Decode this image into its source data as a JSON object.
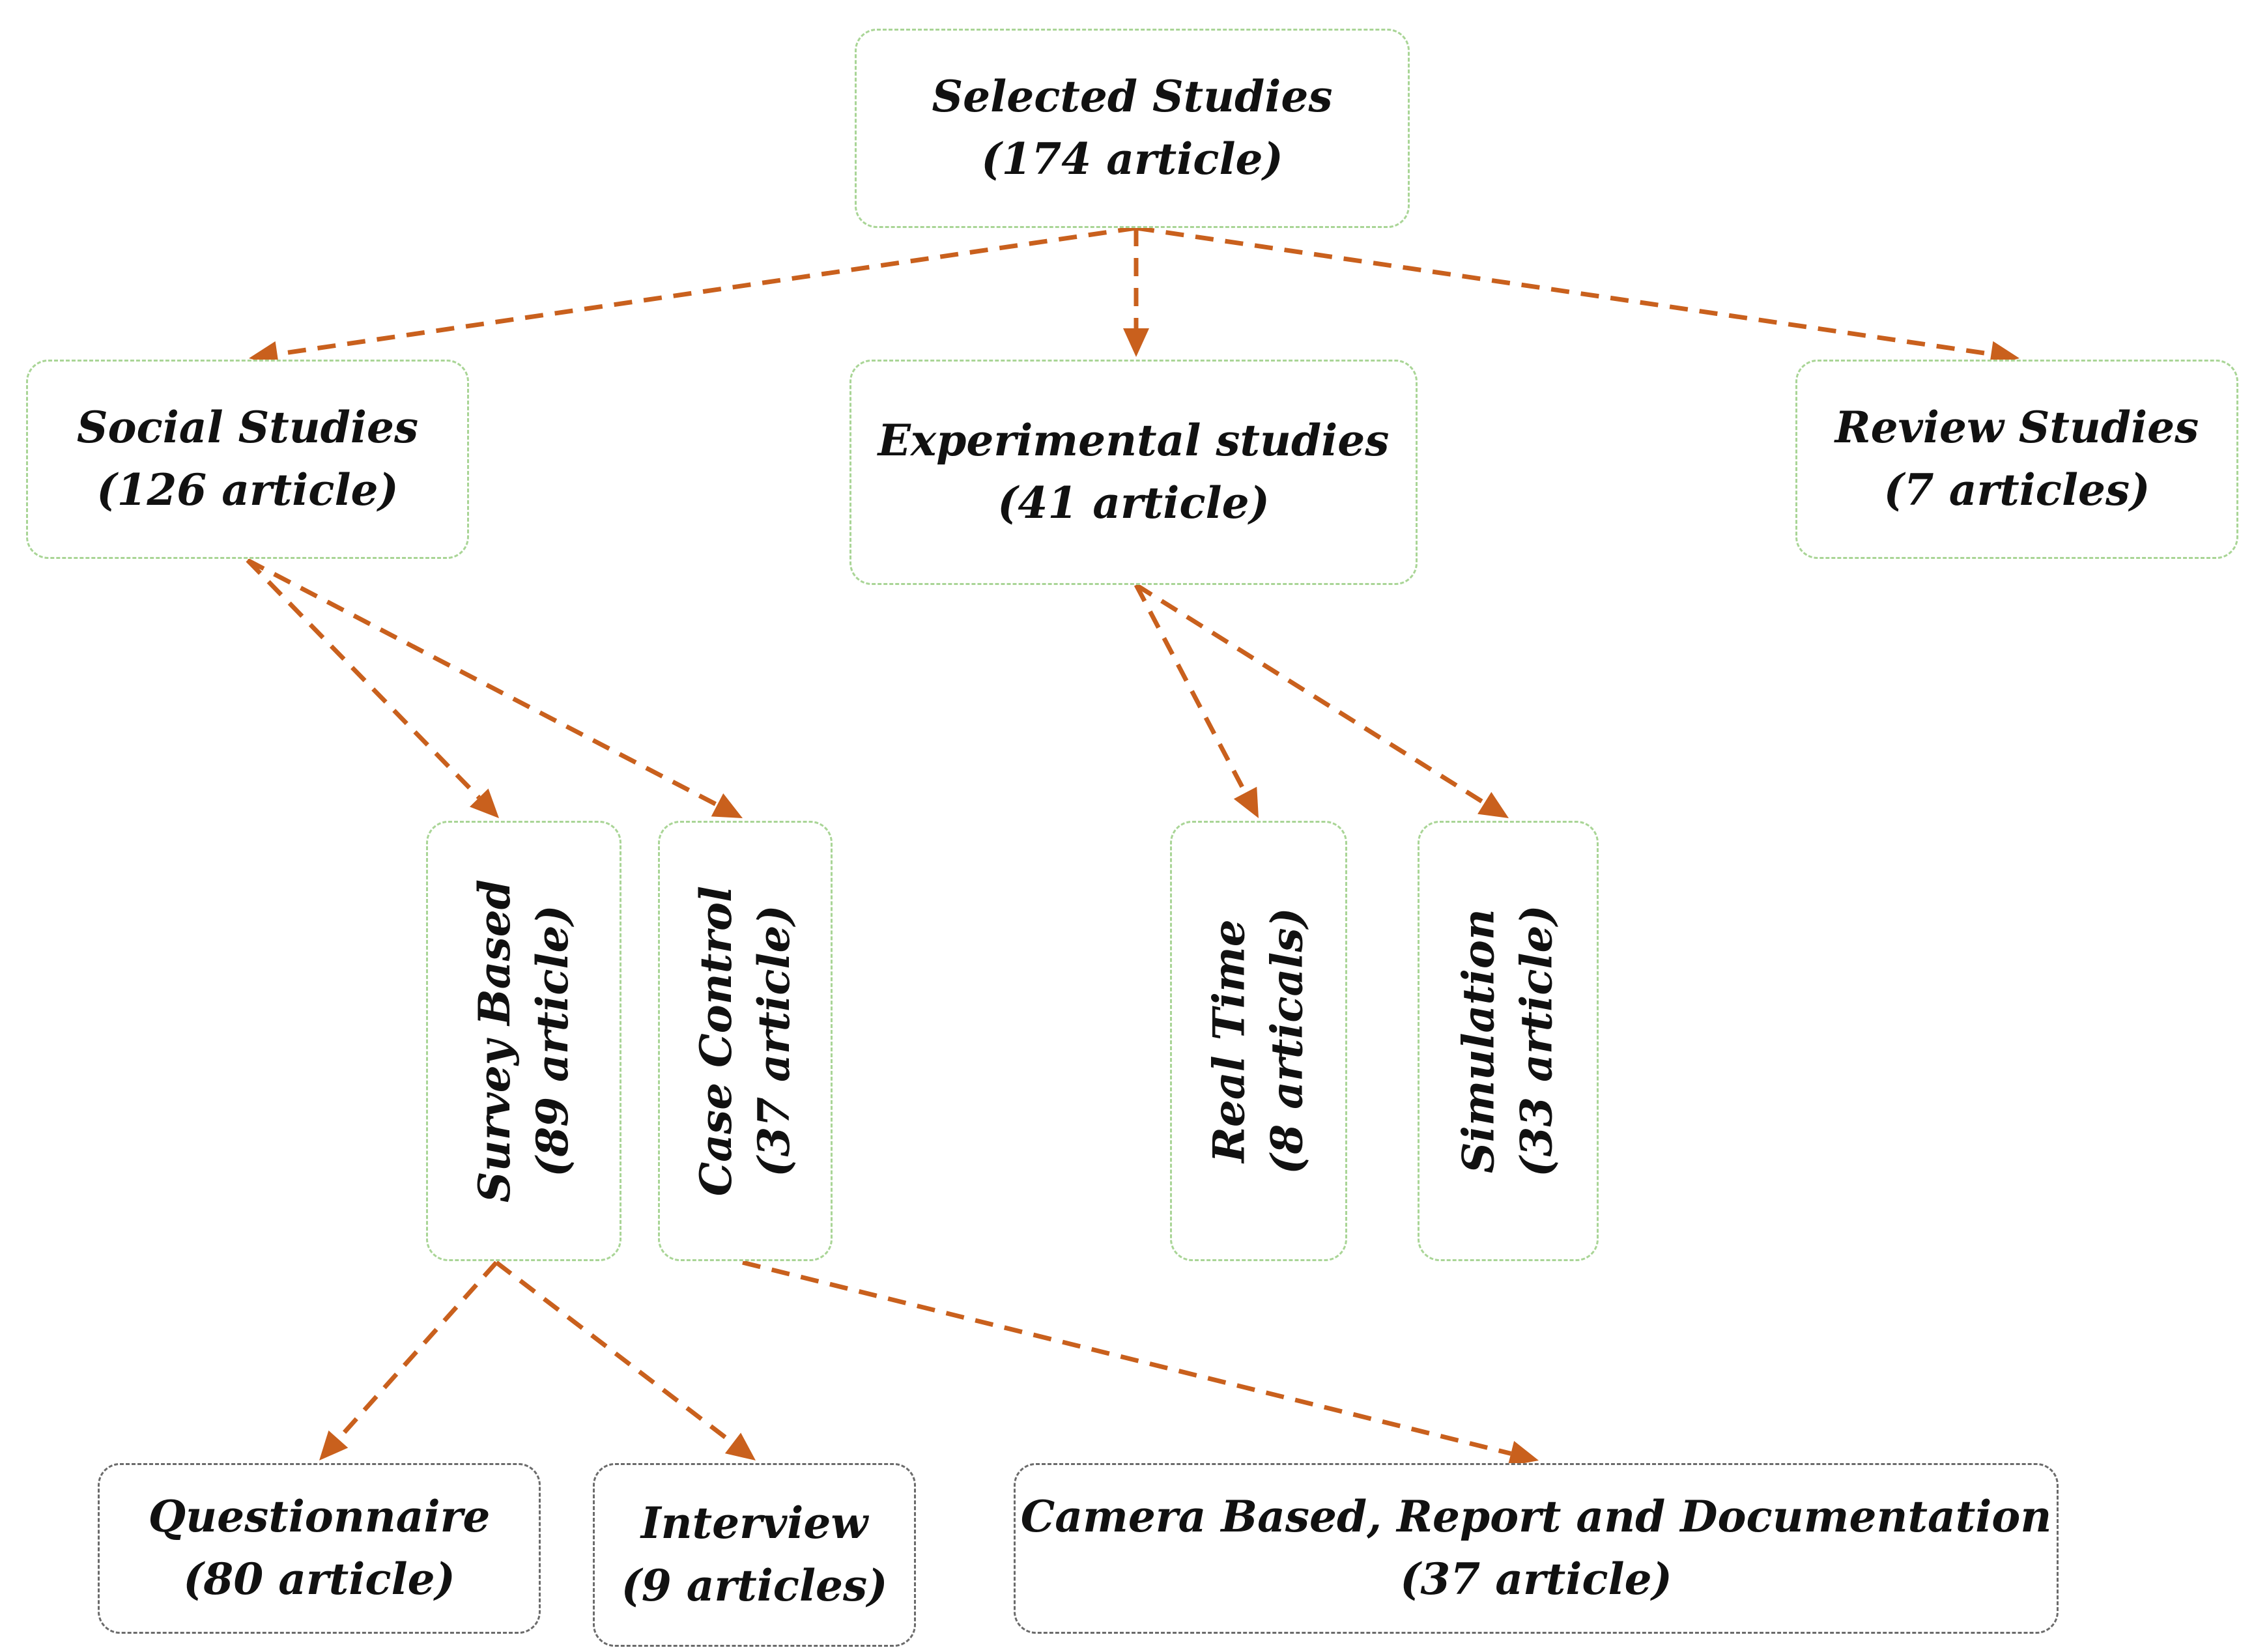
{
  "colors": {
    "arrow": "#c9601d",
    "green_border": "#a9d596",
    "gray_border": "#6b6b6b"
  },
  "nodes": {
    "selected": {
      "title": "Selected Studies",
      "count": "(174 article)"
    },
    "social": {
      "title": "Social Studies",
      "count": "(126 article)"
    },
    "experimental": {
      "title": "Experimental studies",
      "count": "(41 article)"
    },
    "review": {
      "title": "Review Studies",
      "count": "(7 articles)"
    },
    "survey": {
      "title": "Survey Based",
      "count": "(89 article)"
    },
    "case": {
      "title": "Case Control",
      "count": "(37 article)"
    },
    "realtime": {
      "title": "Real Time",
      "count": "(8 articals)"
    },
    "simulation": {
      "title": "Simulation",
      "count": "(33 article)"
    },
    "questionnaire": {
      "title": "Questionnaire",
      "count": "(80 article)"
    },
    "interview": {
      "title": "Interview",
      "count": "(9 articles)"
    },
    "camera": {
      "title": "Camera Based, Report and Documentation",
      "count": "(37 article)"
    }
  },
  "edges": [
    {
      "from": "selected",
      "to": "social"
    },
    {
      "from": "selected",
      "to": "experimental"
    },
    {
      "from": "selected",
      "to": "review"
    },
    {
      "from": "social",
      "to": "survey"
    },
    {
      "from": "social",
      "to": "case"
    },
    {
      "from": "experimental",
      "to": "realtime"
    },
    {
      "from": "experimental",
      "to": "simulation"
    },
    {
      "from": "survey",
      "to": "questionnaire"
    },
    {
      "from": "survey",
      "to": "interview"
    },
    {
      "from": "case",
      "to": "camera"
    }
  ]
}
